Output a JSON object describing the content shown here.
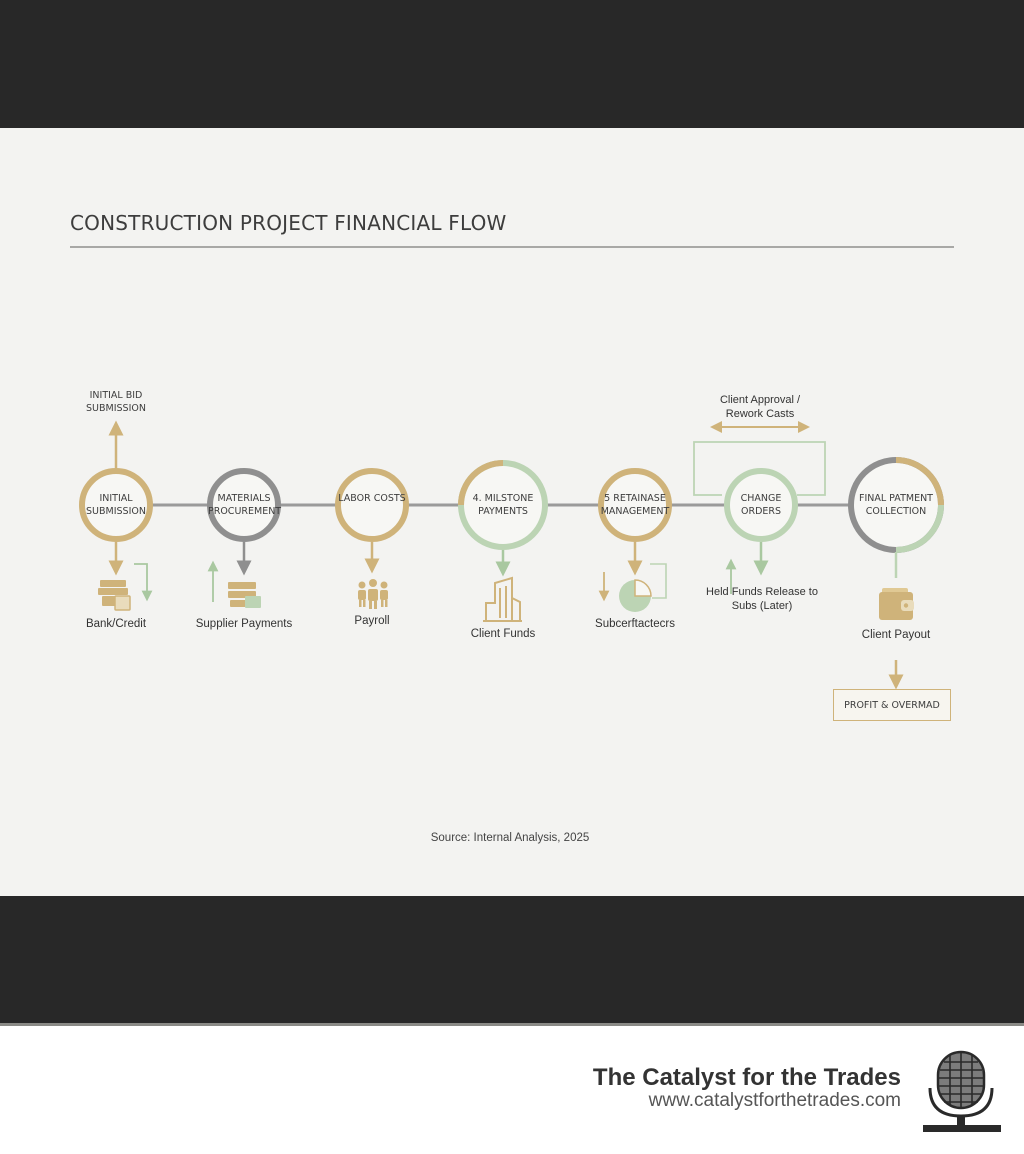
{
  "diagram": {
    "title": "CONSTRUCTION PROJECT FINANCIAL FLOW",
    "top_label": "INITIAL BID SUBMISSION",
    "change_note": "Client Approval / Rework Casts",
    "held_note": "Held Funds Release to Subs (Later)",
    "profit_box": "PROFIT & OVERMAD",
    "source": "Source: Internal Analysis, 2025",
    "stages": [
      {
        "label": "INITIAL SUBMISSION",
        "below": "Bank/Credit",
        "icon": "cash-stack-icon"
      },
      {
        "label": "MATERIALS PROCUREMENT",
        "below": "Supplier Payments",
        "icon": "money-stack-icon"
      },
      {
        "label": "LABOR COSTS",
        "below": "Payroll",
        "icon": "workers-icon"
      },
      {
        "label": "4. MILSTONE PAYMENTS",
        "below": "Client Funds",
        "icon": "building-icon"
      },
      {
        "label": "5 RETAINASE MANAGEMENT",
        "below": "Subcerftactecrs",
        "icon": "pie-chart-icon"
      },
      {
        "label": "CHANGE ORDERS",
        "below": "",
        "icon": ""
      },
      {
        "label": "FINAL PATMENT COLLECTION",
        "below": "Client Payout",
        "icon": "wallet-icon"
      }
    ],
    "colors": {
      "gold": "#cfb37a",
      "gray": "#8f8f8f",
      "green": "#bcd4b4",
      "line": "#9a9a9a"
    }
  },
  "branding": {
    "name": "The Catalyst for the Trades",
    "url": "www.catalystforthetrades.com",
    "logo_icon": "microphone-icon"
  }
}
